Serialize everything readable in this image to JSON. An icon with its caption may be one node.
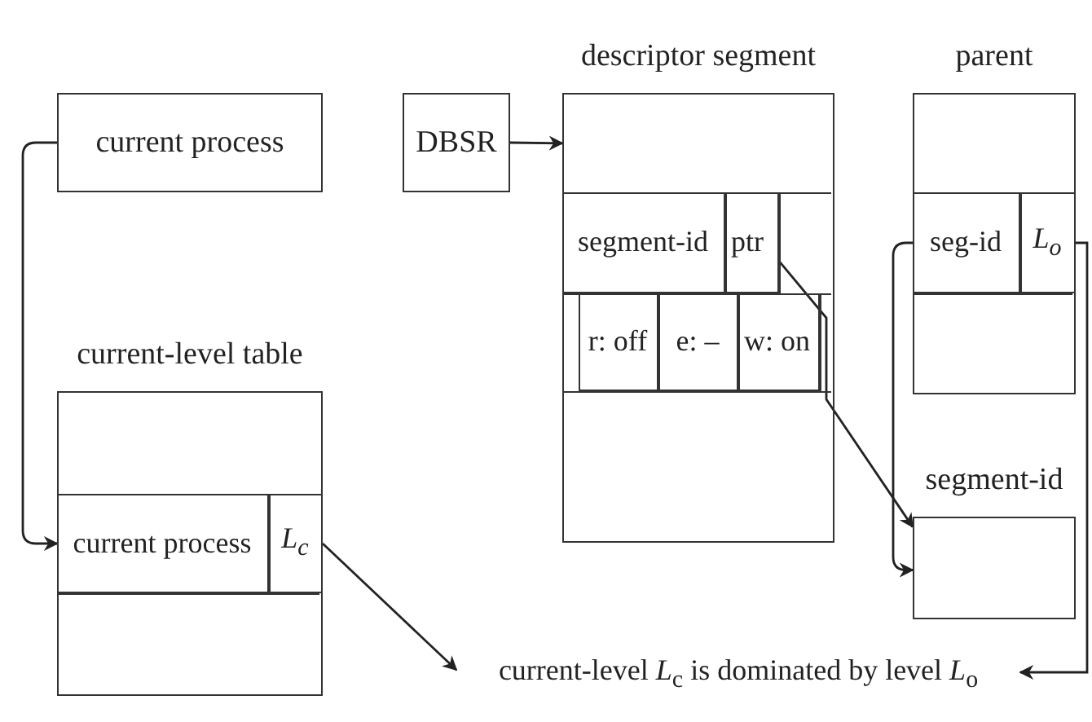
{
  "diagram": {
    "nodes": [
      {
        "text": [
          "current process"
        ]
      },
      {
        "text": [
          "DBSR"
        ]
      },
      {
        "text": [
          "descriptor segment"
        ]
      },
      {
        "text": [
          "segment-id"
        ],
        "in": 2
      },
      {
        "text": [
          "ptr"
        ],
        "in": 2
      },
      {
        "text": [
          "r:  off"
        ],
        "in": 2
      },
      {
        "text": [
          "e: –"
        ],
        "in": 2
      },
      {
        "text": [
          "w: on"
        ],
        "in": 2
      },
      {
        "text": [
          "parent"
        ]
      },
      {
        "text": [
          "seg-id"
        ],
        "in": 8
      },
      {
        "text": [
          "L$_{o}$"
        ],
        "in": 8
      },
      {
        "text": [
          "current-level table"
        ]
      },
      {
        "text": [
          "current process"
        ],
        "in": 11
      },
      {
        "text": [
          "L$_{c}$"
        ],
        "in": 11
      },
      {
        "text": [
          "segment-id"
        ]
      },
      {
        "text": [
          "current-level *L*$_{c}$ is dominated by level *L*$_{o}$"
        ]
      }
    ],
    "edges": [
      {
        "from": 0,
        "to": 12,
        "arrow": "to"
      },
      {
        "from": 1,
        "to": 2,
        "arrow": "to"
      },
      {
        "from": 4,
        "to": 14,
        "arrow": "to"
      },
      {
        "from": 9,
        "to": 14,
        "arrow": "to"
      },
      {
        "from": 13,
        "to": 15,
        "arrow": "to"
      },
      {
        "from": 10,
        "to": 15,
        "arrow": "to"
      }
    ]
  }
}
